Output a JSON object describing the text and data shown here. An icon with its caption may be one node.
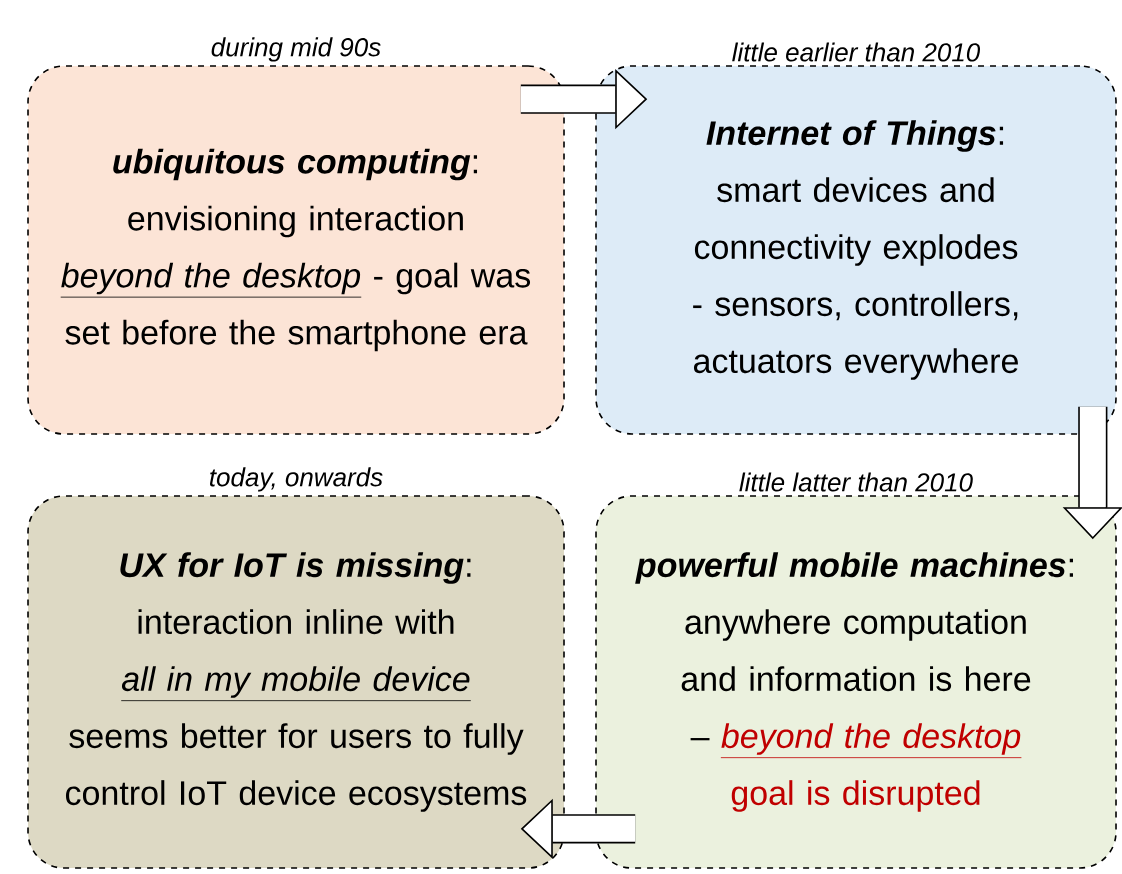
{
  "diagram": {
    "nodes": [
      {
        "text": [
          "during mid 90s",
          "ubiquitous computing",
          ": envisioning interaction",
          "beyond the desktop",
          "- goal was set before the smartphone era"
        ]
      },
      {
        "text": [
          "little earlier than 2010",
          "Internet of Things",
          ": smart devices and connectivity explodes - sensors, controllers, actuators everywhere"
        ]
      },
      {
        "text": [
          "today, onwards",
          "UX for IoT is missing",
          ": interaction inline with",
          "all in my mobile device",
          "seems better for users to fully control IoT device ecosystems"
        ]
      },
      {
        "text": [
          "little latter than 2010",
          "powerful mobile machines",
          ": anywhere computation and information is here –",
          "beyond the desktop",
          "goal is disrupted"
        ]
      }
    ],
    "edges": [
      {
        "from": 0,
        "to": 1,
        "arrow": "to"
      },
      {
        "from": 1,
        "to": 3,
        "arrow": "to"
      },
      {
        "from": 3,
        "to": 2,
        "arrow": "to"
      }
    ]
  }
}
